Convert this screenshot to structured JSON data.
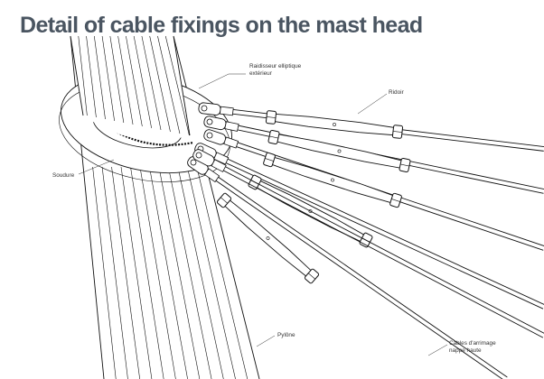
{
  "title": "Detail of cable fixings on the mast head",
  "labels": {
    "stiffener": [
      "Raidisseur elliptique",
      "extérieur"
    ],
    "turnbuckle": "Ridoir",
    "weld": "Soudure",
    "pylon": "Pylône",
    "cables": [
      "Câbles d'arrimage",
      "nappe haute"
    ]
  }
}
